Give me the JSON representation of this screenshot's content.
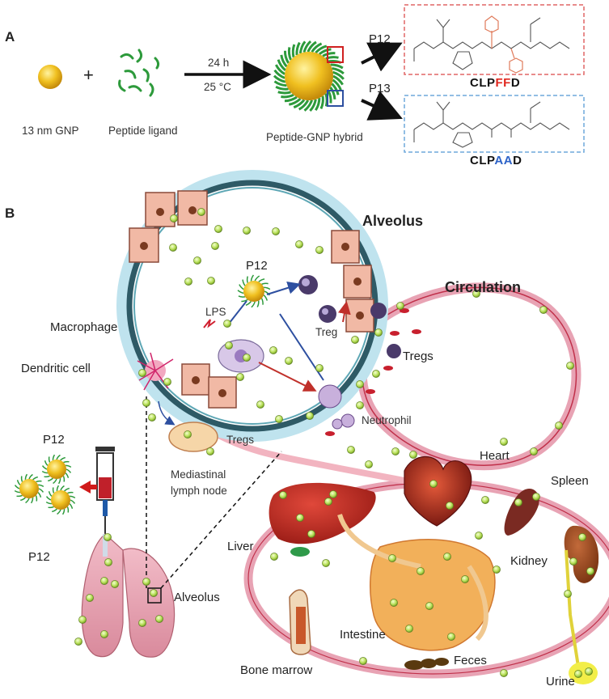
{
  "panel_a": {
    "label": "A",
    "gnp_label": "13 nm GNP",
    "plus": "+",
    "ligand_label": "Peptide ligand",
    "time": "24 h",
    "temperature": "25 °C",
    "hybrid_label": "Peptide-GNP hybrid",
    "p12": {
      "label": "P12",
      "sequence": [
        {
          "text": "CLP",
          "color": "#111111"
        },
        {
          "text": "FF",
          "color": "#e0261d"
        },
        {
          "text": "D",
          "color": "#111111"
        }
      ],
      "box_color": "#e06666"
    },
    "p13": {
      "label": "P13",
      "sequence": [
        {
          "text": "CLP",
          "color": "#111111"
        },
        {
          "text": "AA",
          "color": "#2d63c8"
        },
        {
          "text": "D",
          "color": "#111111"
        }
      ],
      "box_color": "#6fa8dc"
    }
  },
  "panel_b": {
    "label": "B",
    "alveolus_title": "Alveolus",
    "circulation_title": "Circulation",
    "p12_center": "P12",
    "lps": "LPS",
    "macrophage": "Macrophage",
    "treg_inner": "Treg",
    "tregs_circulation": "Tregs",
    "dendritic_cell": "Dendritic cell",
    "neutrophil": "Neutrophil",
    "mediastinal_line1": "Mediastinal",
    "mediastinal_line2": "lymph node",
    "tregs_lymph": "Tregs",
    "heart": "Heart",
    "spleen": "Spleen",
    "liver": "Liver",
    "kidney": "Kidney",
    "intestine": "Intestine",
    "feces": "Feces",
    "bone_marrow": "Bone marrow",
    "urine": "Urine",
    "p12_syringe": "P12",
    "p12_lung": "P12",
    "alveolus_lung": "Alveolus"
  },
  "colors": {
    "gold": "#e8b416",
    "peptide_green": "#2d9a3b",
    "nanoparticle_green": "#b8e05a",
    "vessel_pink": "#e8a3b4",
    "vessel_red": "#c0304a",
    "alveolus_blue": "#bfe3ee",
    "cell_pink": "#f1b9a5",
    "lung_pink": "#e9a6b4"
  }
}
